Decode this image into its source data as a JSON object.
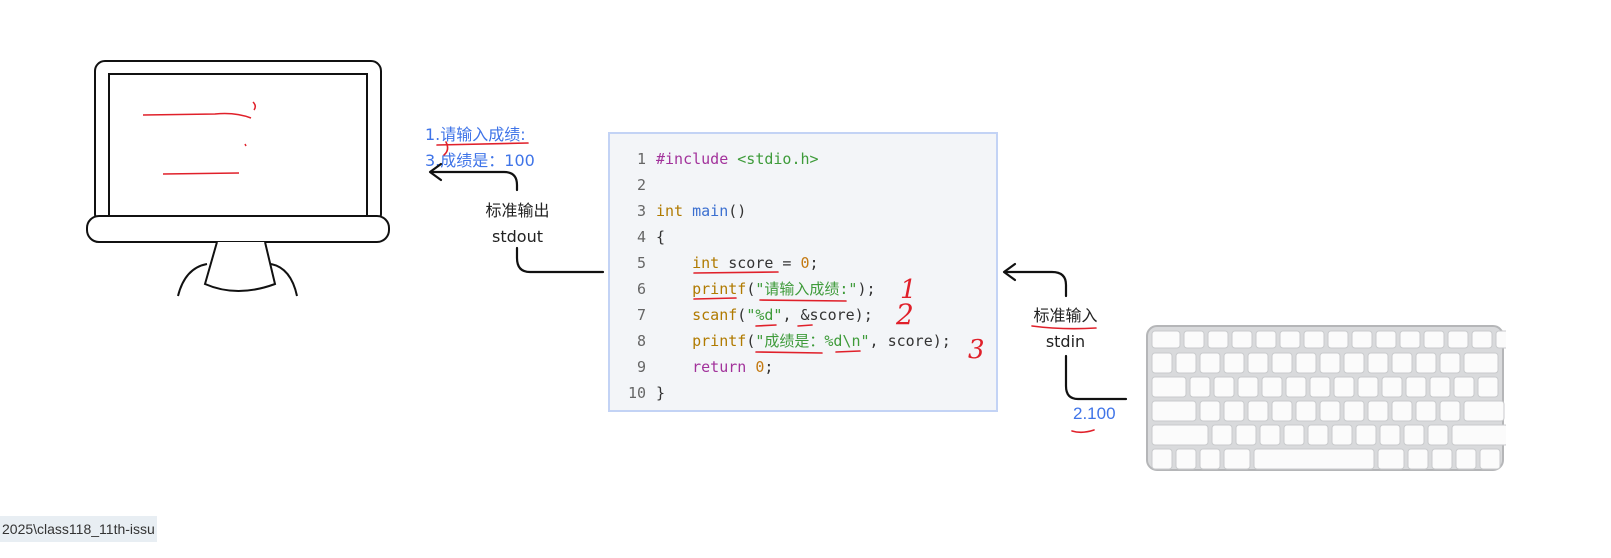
{
  "screen_note": {
    "line1": "1.请输入成绩:",
    "line2": "3.成绩是：100"
  },
  "stdout": {
    "label_cn": "标准输出",
    "label_en": "stdout"
  },
  "stdin": {
    "label_cn": "标准输入",
    "label_en": "stdin",
    "value": "2.100"
  },
  "code": {
    "line_numbers": [
      "1",
      "2",
      "3",
      "4",
      "5",
      "6",
      "7",
      "8",
      "9",
      "10"
    ],
    "line1": {
      "include": "#include",
      "header": "<stdio.h>"
    },
    "line3": {
      "type": "int",
      "fn": "main",
      "rest": "()"
    },
    "line4": {
      "text": "{"
    },
    "line5": {
      "type": "int",
      "rest": " score = ",
      "num": "0",
      "end": ";"
    },
    "line6": {
      "fn": "printf",
      "open": "(",
      "str": "\"请输入成绩:\"",
      "end": ");"
    },
    "line7": {
      "fn": "scanf",
      "open": "(",
      "str": "\"%d\"",
      "end": ", &score);"
    },
    "line8": {
      "fn": "printf",
      "open": "(",
      "str": "\"成绩是：%d\\n\"",
      "end": ", score);"
    },
    "line9": {
      "kw": "return",
      "space": " ",
      "num": "0",
      "end": ";"
    },
    "line10": {
      "text": "}"
    }
  },
  "handwritten_marks": [
    "1",
    "2",
    "3"
  ],
  "path_bar": {
    "text": "2025\\class118_11th-issu"
  },
  "colors": {
    "annotation_blue": "#3f74e8",
    "annotation_red": "#e0202a",
    "code_border": "#c3d3f5"
  }
}
